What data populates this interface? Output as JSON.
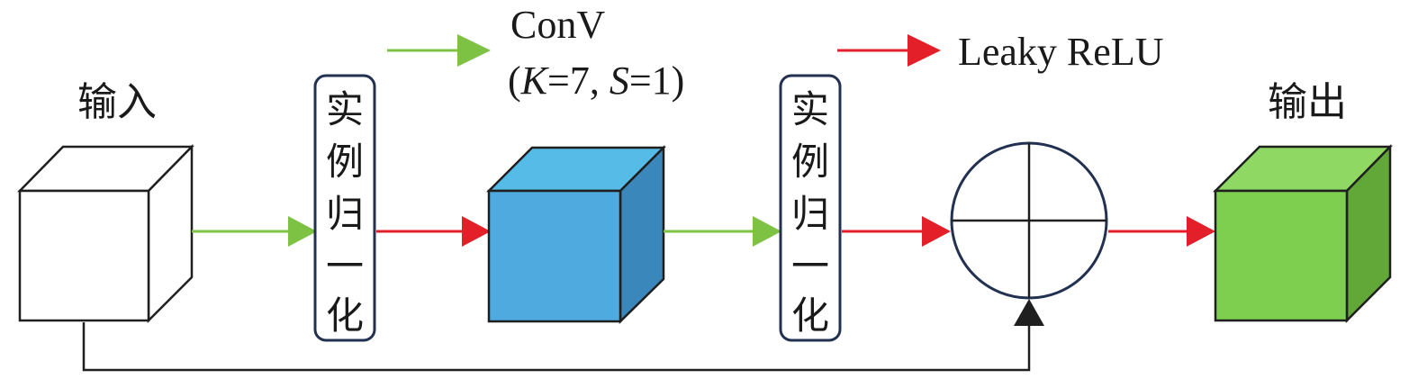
{
  "legend": {
    "conv": {
      "line1": "ConV",
      "line2_open": "(",
      "line2_k": "K",
      "line2_k_val": "=7, ",
      "line2_s": "S",
      "line2_s_val": "=1)",
      "arrow_color": "#7dc243"
    },
    "activation": {
      "label": "Leaky ReLU",
      "arrow_color": "#e3202a"
    }
  },
  "input": {
    "label": "输入",
    "face_color": "#ffffff"
  },
  "norm_block_1": {
    "chars": [
      "实",
      "例",
      "归",
      "一",
      "化"
    ]
  },
  "conv_block": {
    "front_color": "#4eaadf",
    "top_color": "#56bbe6",
    "side_color": "#3a87bb"
  },
  "norm_block_2": {
    "chars": [
      "实",
      "例",
      "归",
      "一",
      "化"
    ]
  },
  "sum_node": {
    "symbol": "add-circle"
  },
  "output": {
    "label": "输出",
    "front_color": "#7ecf4f",
    "top_color": "#8fd864",
    "side_color": "#62a838"
  },
  "colors": {
    "green_arrow": "#7dc243",
    "red_arrow": "#e3202a",
    "outline": "#1f1f1f",
    "norm_border": "#233150"
  }
}
